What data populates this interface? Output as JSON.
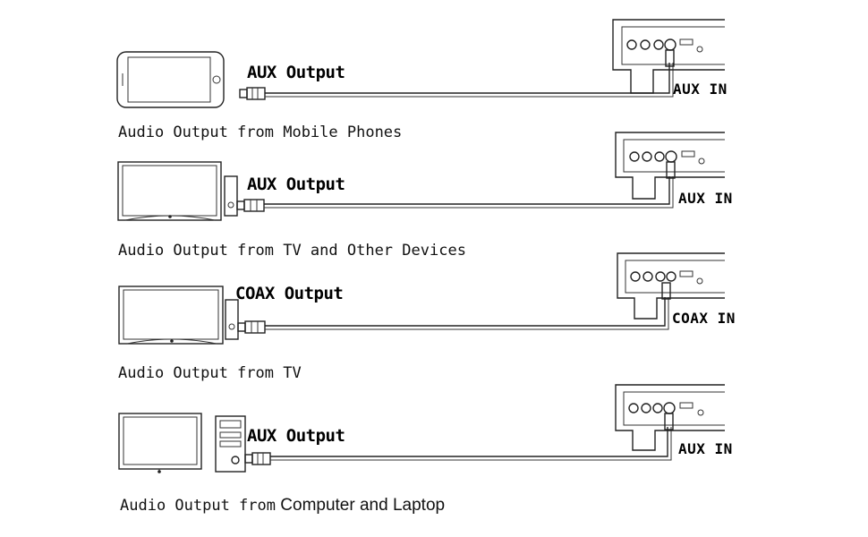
{
  "rows": [
    {
      "output_label": "AUX Output",
      "input_label": "AUX IN",
      "caption": "Audio Output from Mobile Phones"
    },
    {
      "output_label": "AUX Output",
      "input_label": "AUX IN",
      "caption": "Audio Output from TV and Other Devices"
    },
    {
      "output_label": "COAX Output",
      "input_label": "COAX IN",
      "caption": "Audio Output from TV"
    },
    {
      "output_label": "AUX Output",
      "input_label": "AUX IN",
      "caption_part1": "Audio Output from",
      "caption_part2": " Computer and Laptop"
    }
  ]
}
